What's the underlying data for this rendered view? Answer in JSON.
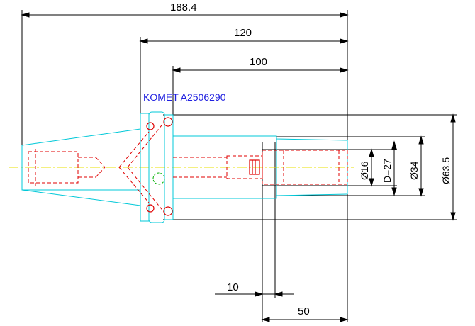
{
  "drawing": {
    "title": "KOMET A2506290",
    "dimensions": {
      "overall_length": "188.4",
      "length_from_flange": "120",
      "length_from_face": "100",
      "bore_depth": "50",
      "offset": "10",
      "dia_bore": "Ø16",
      "dia_d": "D=27",
      "dia_body": "Ø34",
      "dia_flange": "Ø63.5"
    }
  },
  "colors": {
    "outline": "#00c8d8",
    "hidden": "#e00000",
    "centerline": "#e8e000",
    "dimension": "#000000",
    "label": "#2020e0",
    "green": "#00b000"
  }
}
